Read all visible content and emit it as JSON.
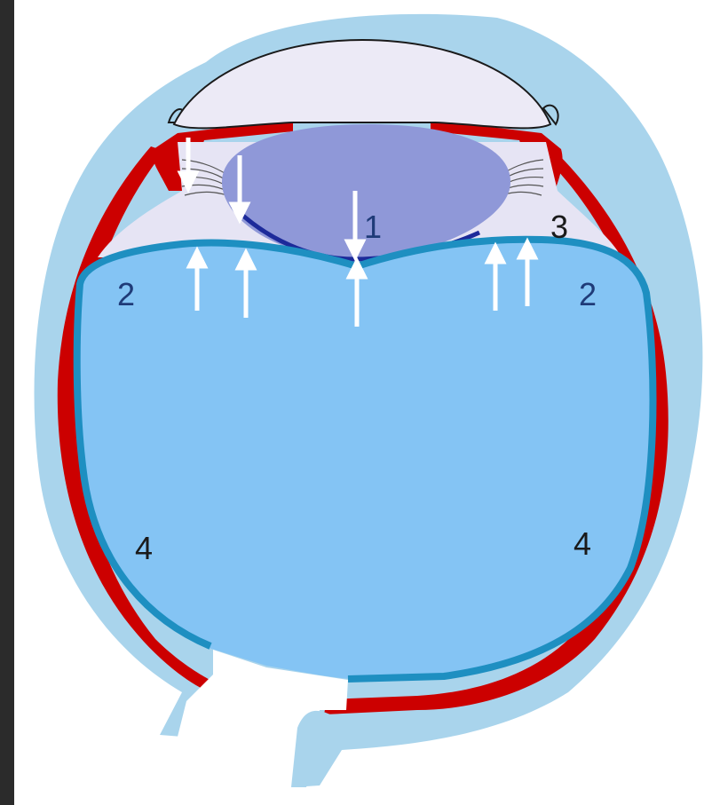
{
  "labels": {
    "lens": "1",
    "vitreous_left": "2",
    "vitreous_right": "2",
    "zonule": "3",
    "retina_left": "4",
    "retina_right": "4"
  },
  "colors": {
    "frame": "#2b2b2b",
    "background": "#ffffff",
    "sclera": "#a9d4ec",
    "choroid": "#cc0000",
    "anterior_chamber": "#eceaf6",
    "lens": "#8f98d8",
    "lens_edge": "#1c2a9a",
    "vitreous": "#84c4f4",
    "hyaloid_membrane": "#1e8fc1",
    "arrows": "#ffffff",
    "label_text": "#1a1a1a",
    "label_text_blue": "#1f3b78"
  },
  "arrows": {
    "downward_count": 3,
    "upward_count": 5
  }
}
